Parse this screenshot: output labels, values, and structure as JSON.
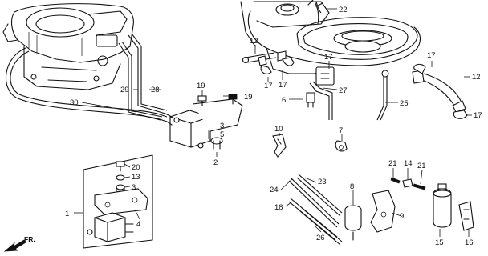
{
  "diagram": {
    "callouts": {
      "c1": "1",
      "c2": "2",
      "c3": "3",
      "c4": "4",
      "c5": "5",
      "c6": "6",
      "c7": "7",
      "c8": "8",
      "c9": "9",
      "c10": "10",
      "c12a": "12",
      "c12b": "12",
      "c13": "13",
      "c14": "14",
      "c15": "15",
      "c16": "16",
      "c17a": "17",
      "c17b": "17",
      "c17c": "17",
      "c17d": "17",
      "c17e": "17",
      "c18": "18",
      "c19a": "19",
      "c19b": "19",
      "c20": "20",
      "c21a": "21",
      "c21b": "21",
      "c22": "22",
      "c23": "23",
      "c24": "24",
      "c25": "25",
      "c26": "26",
      "c27": "27",
      "c28": "28",
      "c29": "29",
      "c30": "30"
    },
    "direction_label": "FR."
  }
}
